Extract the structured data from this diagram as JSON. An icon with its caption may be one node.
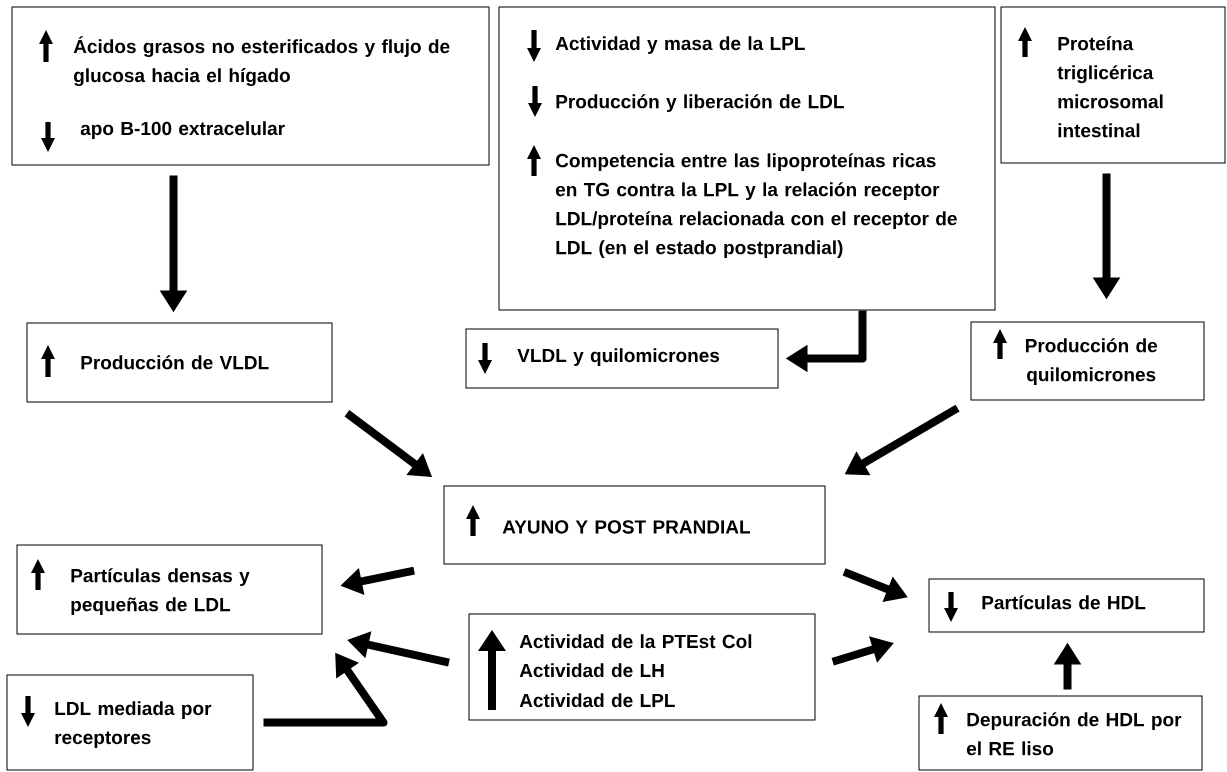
{
  "diagram": {
    "nodes": [
      {
        "text": [
          "Ácidos grasos no esterificados y flujo de glucosa hacia el hígado",
          "apo B-100 extracelular"
        ]
      },
      {
        "text": [
          "Actividad y masa de la LPL",
          "Producción y liberación de LDL",
          "Competencia entre las lipoproteínas ricas en TG contra la LPL y la relación receptor LDL/proteína relacionada con el receptor de LDL (en el estado postprandial)"
        ]
      },
      {
        "text": [
          "Proteína triglicérica microsomal intestinal"
        ]
      },
      {
        "text": [
          "Producción de VLDL"
        ]
      },
      {
        "text": [
          "VLDL y quilomicrones"
        ]
      },
      {
        "text": [
          "Producción de quilomicrones"
        ]
      },
      {
        "text": [
          "AYUNO Y POST PRANDIAL"
        ]
      },
      {
        "text": [
          "Partículas densas y pequeñas de LDL"
        ]
      },
      {
        "text": [
          "Actividad de la PTEst Col",
          "Actividad de LH",
          "Actividad de LPL"
        ]
      },
      {
        "text": [
          "Partículas de HDL"
        ]
      },
      {
        "text": [
          "LDL mediada por receptores"
        ]
      },
      {
        "text": [
          "Depuración de HDL por el RE liso"
        ]
      }
    ],
    "edges": [
      {
        "from": 0,
        "to": 3,
        "arrow": "to"
      },
      {
        "from": 1,
        "to": 4,
        "arrow": "to"
      },
      {
        "from": 2,
        "to": 5,
        "arrow": "to"
      },
      {
        "from": 3,
        "to": 6,
        "arrow": "to"
      },
      {
        "from": 5,
        "to": 6,
        "arrow": "to"
      },
      {
        "from": 6,
        "to": 7,
        "arrow": "to"
      },
      {
        "from": 8,
        "to": 7,
        "arrow": "to"
      },
      {
        "from": 10,
        "to": 7,
        "arrow": "to"
      },
      {
        "from": 6,
        "to": 9,
        "arrow": "to"
      },
      {
        "from": 8,
        "to": 9,
        "arrow": "to"
      },
      {
        "from": 11,
        "to": 9,
        "arrow": "to"
      }
    ]
  }
}
